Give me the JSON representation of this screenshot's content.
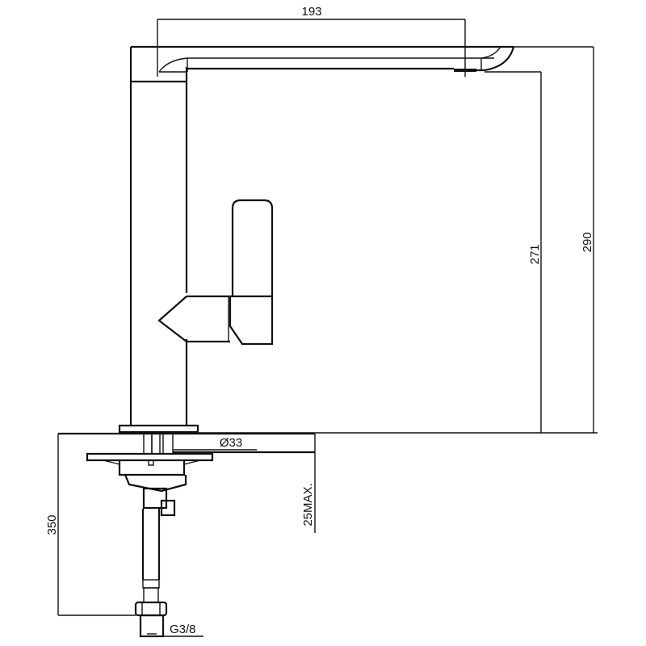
{
  "diagram": {
    "subject": "faucet-side-elevation",
    "line_color": "#111111",
    "background": "#ffffff",
    "dimensions": {
      "spout_reach": "193",
      "spout_height": "271",
      "overall_height": "290",
      "hole_diameter": "Ø33",
      "deck_thickness": "25MAX.",
      "hose_length": "350",
      "connection_thread": "G3/8"
    }
  }
}
